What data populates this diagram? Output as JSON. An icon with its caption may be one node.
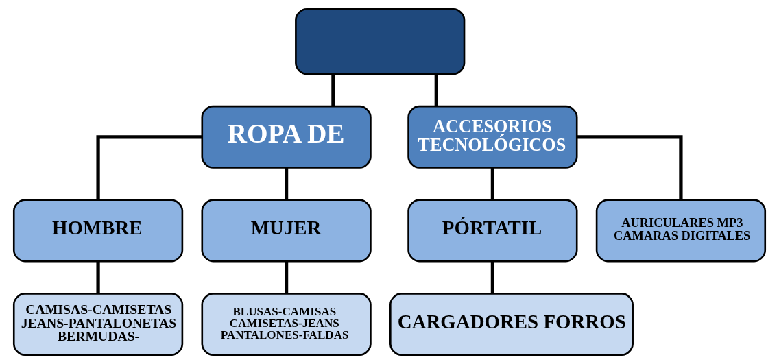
{
  "diagram": {
    "nodes": [
      {
        "text": [],
        "shape": "box"
      },
      {
        "text": [
          "ROPA DE"
        ]
      },
      {
        "text": [
          "ACCESORIOS TECNOLÓGICOS"
        ]
      },
      {
        "text": [
          "HOMBRE"
        ]
      },
      {
        "text": [
          "MUJER"
        ]
      },
      {
        "text": [
          "PÓRTATIL"
        ]
      },
      {
        "text": [
          "AURICULARES MP3 CAMARAS DIGITALES"
        ]
      },
      {
        "text": [
          "CAMISAS-CAMISETAS JEANS-PANTALONETAS BERMUDAS-"
        ]
      },
      {
        "text": [
          "BLUSAS-CAMISAS CAMISETAS-JEANS PANTALONES-FALDAS"
        ]
      },
      {
        "text": [
          "CARGADORES FORROS"
        ]
      }
    ],
    "edges": [
      {
        "from": 0,
        "to": 1,
        "arrow": "none"
      },
      {
        "from": 0,
        "to": 2,
        "arrow": "none"
      },
      {
        "from": 1,
        "to": 3,
        "arrow": "none"
      },
      {
        "from": 1,
        "to": 4,
        "arrow": "none"
      },
      {
        "from": 2,
        "to": 5,
        "arrow": "none"
      },
      {
        "from": 2,
        "to": 6,
        "arrow": "none"
      },
      {
        "from": 3,
        "to": 7,
        "arrow": "none"
      },
      {
        "from": 4,
        "to": 8,
        "arrow": "none"
      },
      {
        "from": 5,
        "to": 9,
        "arrow": "none"
      }
    ]
  }
}
